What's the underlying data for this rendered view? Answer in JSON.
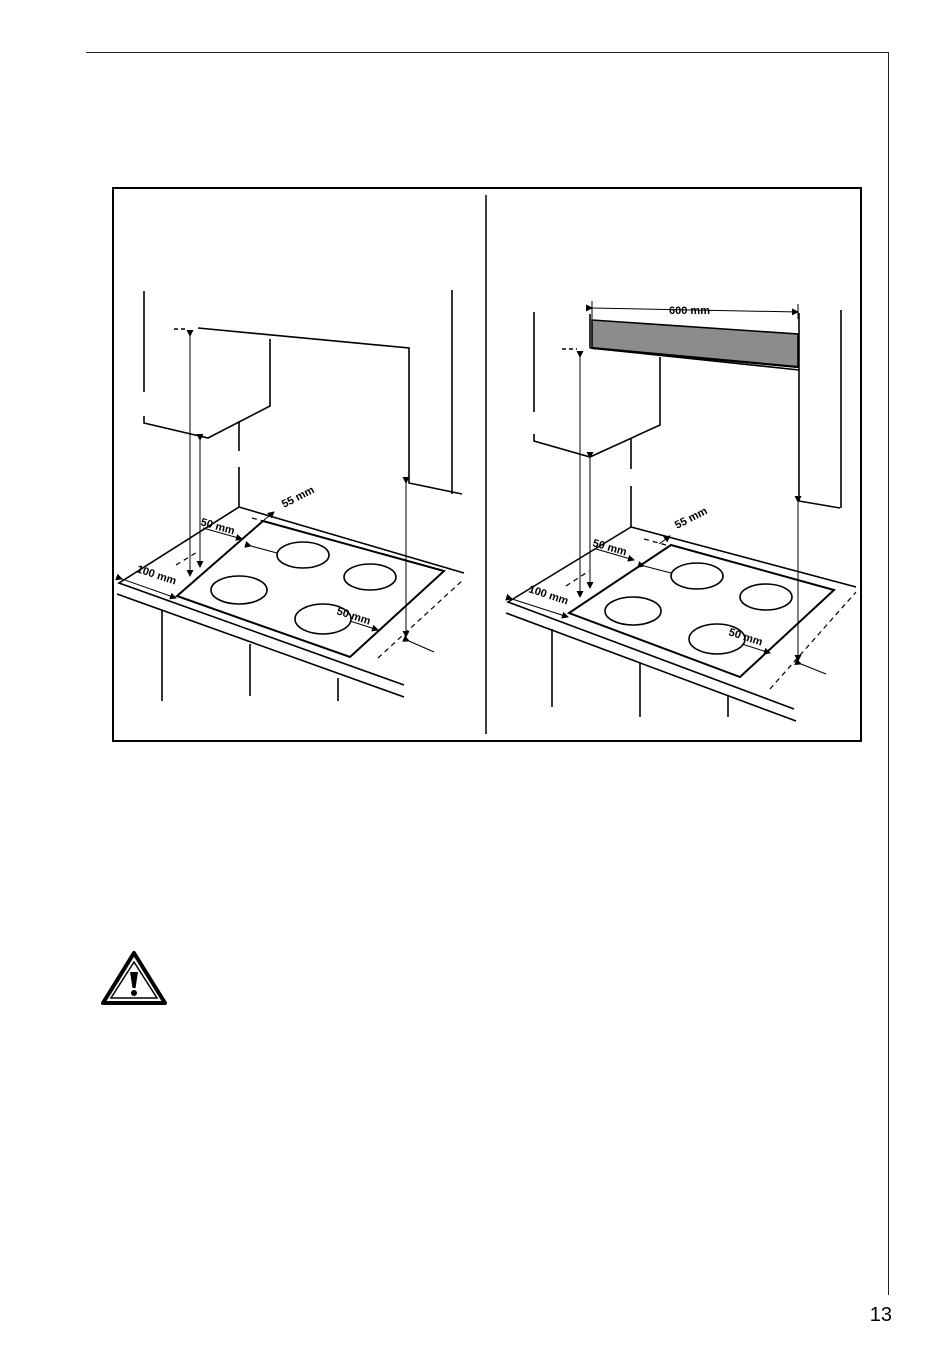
{
  "figure": {
    "left_panel": {
      "labels": {
        "dim_55": "55 mm",
        "dim_50_rear": "50 mm",
        "dim_100": "100 mm",
        "dim_50_front": "50 mm"
      }
    },
    "right_panel": {
      "labels": {
        "dim_600": "600 mm",
        "dim_55": "55 mm",
        "dim_50_rear": "50 mm",
        "dim_100": "100 mm",
        "dim_50_front": "50 mm"
      }
    }
  },
  "warning_icon": "warning-triangle-icon",
  "page_number": "13"
}
